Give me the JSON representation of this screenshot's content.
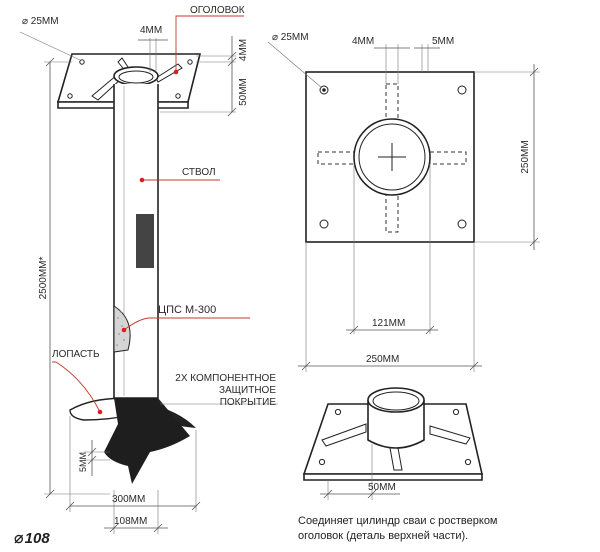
{
  "labels": {
    "dia_25mm_left": "⌀ 25ММ",
    "ogolovok": "ОГОЛОВОК",
    "dim_4mm_top": "4ММ",
    "dim_4mm_right": "4ММ",
    "dim_50mm_right": "50ММ",
    "dim_2500mm": "2500ММ*",
    "stvol": "СТВОЛ",
    "cps": "ЦПС М-300",
    "lopast": "ЛОПАСТЬ",
    "coating_line1": "2Х КОМПОНЕНТНОЕ",
    "coating_line2": "ЗАЩИТНОЕ",
    "coating_line3": "ПОКРЫТИЕ",
    "dim_5mm_left": "5ММ",
    "dim_300mm": "300ММ",
    "dim_108mm": "108ММ",
    "dia_25mm_plan": "⌀ 25ММ",
    "dim_4mm_plan": "4ММ",
    "dim_5mm_plan": "5ММ",
    "dim_250mm_vertical": "250ММ",
    "dim_121mm": "121ММ",
    "dim_250mm_horizontal": "250ММ",
    "dim_50mm_iso": "50ММ"
  },
  "caption": {
    "line1": "Соединяет цилиндр сваи с ростверком",
    "line2": "оголовок (деталь верхней части)."
  },
  "logo": {
    "text": "108"
  },
  "colors": {
    "leader": "#c0392b",
    "dot": "#d62020"
  }
}
